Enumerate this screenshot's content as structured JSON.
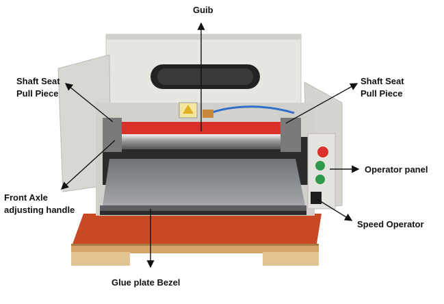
{
  "labels": {
    "guib": "Guib",
    "shaft_seat_left": [
      "Shaft Seat",
      "Pull Piece"
    ],
    "shaft_seat_right": [
      "Shaft Seat",
      "Pull Piece"
    ],
    "operator_panel": "Operator panel",
    "front_axle": [
      "Front Axle",
      "adjusting handle"
    ],
    "speed_operator": "Speed Operator",
    "glue_plate": "Glue plate Bezel"
  },
  "colors": {
    "body": "#dcdad5",
    "lid": "#e6e4df",
    "roller_red": "#d9302a",
    "plate": "#8d8f92",
    "pallet": "#d8b98a",
    "pallet_red": "#c8401e"
  }
}
